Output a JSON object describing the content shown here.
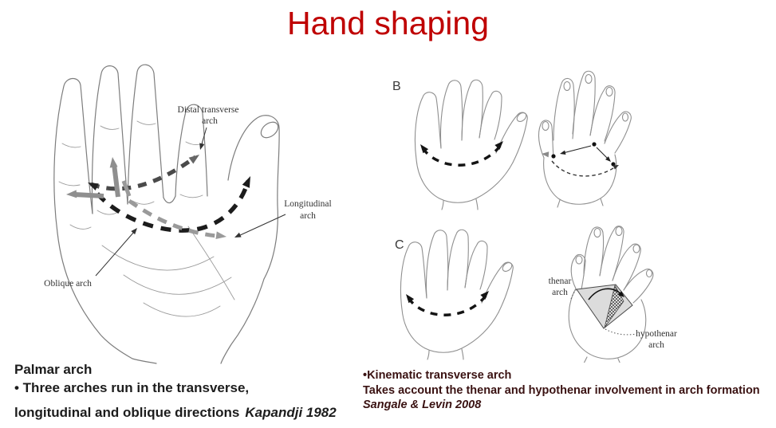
{
  "slide": {
    "title": "Hand shaping"
  },
  "kapandji_figure": {
    "labels": {
      "distal_l1": "Distal transverse",
      "distal_l2": "arch",
      "long_l1": "Longitudinal",
      "long_l2": "arch",
      "oblique": "Oblique arch"
    }
  },
  "panels": {
    "b": "B",
    "c": "C"
  },
  "kinematic_figure": {
    "labels": {
      "thenar_l1": "thenar",
      "thenar_l2": "arch",
      "hypo_l1": "hypothenar",
      "hypo_l2": "arch"
    }
  },
  "notes_left": {
    "heading": "Palmar arch",
    "bullet": "• Three arches run in the transverse,",
    "line2": "longitudinal and oblique directions",
    "citation": "Kapandji 1982"
  },
  "notes_right": {
    "bullet": "•Kinematic transverse arch",
    "line": "Takes account the thenar and hypothenar involvement in arch formation",
    "citation": "Sangale & Levin 2008"
  },
  "colors": {
    "title_red": "#bf0000",
    "left_text_black": "#1c1c1c",
    "right_text_maroon": "#3a1212"
  }
}
